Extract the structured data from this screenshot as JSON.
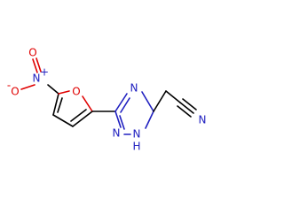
{
  "molecule": {
    "atoms": {
      "nitro_n": "N",
      "nitro_n_charge": "+",
      "nitro_o_minus": "O",
      "nitro_o_minus_charge": "-",
      "nitro_o_top": "O",
      "furan_o": "O",
      "triazole_n_top": "N",
      "triazole_n_bottom": "N",
      "triazole_nh_n": "N",
      "triazole_nh_h": "H",
      "nitrile_n": "N"
    },
    "colors": {
      "oxygen": "#e00000",
      "nitrogen": "#2020c0",
      "carbon_bond": "#000000"
    }
  }
}
